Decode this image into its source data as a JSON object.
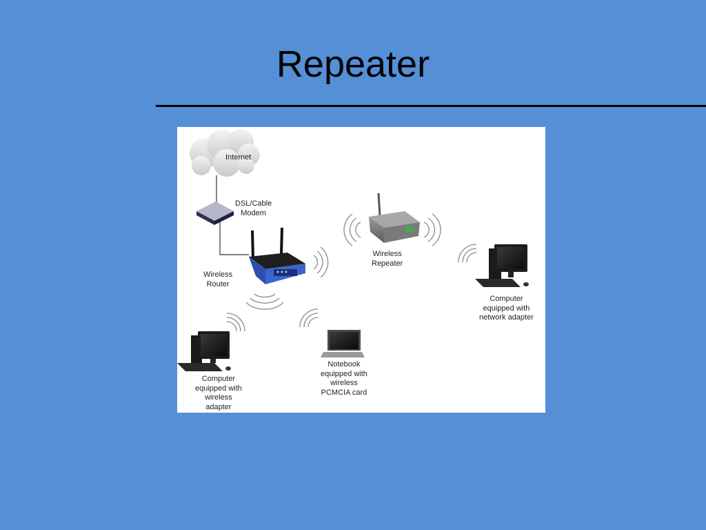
{
  "slide": {
    "title": "Repeater"
  },
  "diagram": {
    "labels": {
      "internet": "Internet",
      "modem_line1": "DSL/Cable",
      "modem_line2": "Modem",
      "router_line1": "Wireless",
      "router_line2": "Router",
      "repeater_line1": "Wireless",
      "repeater_line2": "Repeater",
      "pc_right_line1": "Computer",
      "pc_right_line2": "equipped with",
      "pc_right_line3": "network adapter",
      "pc_left_line1": "Computer",
      "pc_left_line2": "equipped with",
      "pc_left_line3": "wireless",
      "pc_left_line4": "adapter",
      "notebook_line1": "Notebook",
      "notebook_line2": "equipped with",
      "notebook_line3": "wireless",
      "notebook_line4": "PCMCIA card"
    }
  },
  "colors": {
    "background": "#558fd6",
    "router_blue": "#2f4fb0",
    "signal_gray": "#8a8a8a"
  }
}
